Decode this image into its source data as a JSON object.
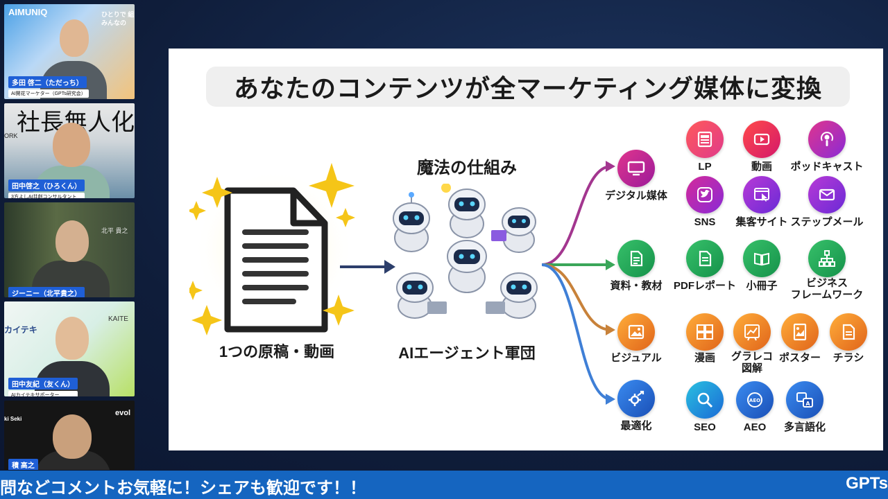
{
  "participants": [
    {
      "name": "多田 啓二（ただっち）",
      "role": "AI開花マーケター（GPTs研究会）",
      "bg_text": "AIMUNIQ",
      "bg_text2": "ひとりで 組",
      "bg_text3": "みんなの"
    },
    {
      "name": "田中啓之（ひろくん）",
      "role": "3方よしAI共創コンサルタント",
      "bg_text": "社長無人化",
      "bg_text2": "ORK"
    },
    {
      "name": "ジーニー（北平貴之）",
      "role": "",
      "bg_text": "北平 貴之"
    },
    {
      "name": "田中友紀（友くん）",
      "role": "AIカイテキサポーター",
      "bg_text": "KAITE",
      "bg_text2": "カイテキ"
    },
    {
      "name": "積 高之",
      "role": "",
      "bg_text": "evol",
      "bg_text2": "ki Seki"
    }
  ],
  "slide": {
    "title": "あなたのコンテンツが全マーケティング媒体に変換",
    "source_label": "1つの原稿・動画",
    "magic_label": "魔法の仕組み",
    "agents_label": "AIエージェント軍団",
    "categories": [
      {
        "label": "デジタル媒体",
        "icon": "monitor-icon",
        "color": "#c2187a",
        "outputs": [
          {
            "label": "LP",
            "icon": "lp-page-icon"
          },
          {
            "label": "動画",
            "icon": "play-icon"
          },
          {
            "label": "ポッドキャスト",
            "icon": "podcast-icon"
          },
          {
            "label": "SNS",
            "icon": "bird-icon"
          },
          {
            "label": "集客サイト",
            "icon": "cursor-browser-icon"
          },
          {
            "label": "ステップメール",
            "icon": "mail-icon"
          }
        ]
      },
      {
        "label": "資料・教材",
        "icon": "document-icon",
        "color": "#22a05a",
        "outputs": [
          {
            "label": "PDFレポート",
            "icon": "pdf-icon"
          },
          {
            "label": "小冊子",
            "icon": "book-icon"
          },
          {
            "label": "ビジネス\nフレームワーク",
            "icon": "hierarchy-icon"
          }
        ]
      },
      {
        "label": "ビジュアル",
        "icon": "image-icon",
        "color": "#e0841a",
        "outputs": [
          {
            "label": "漫画",
            "icon": "comic-icon"
          },
          {
            "label": "グラレコ\n図解",
            "icon": "graphic-record-icon"
          },
          {
            "label": "ポスター",
            "icon": "poster-icon"
          },
          {
            "label": "チラシ",
            "icon": "flyer-icon"
          }
        ]
      },
      {
        "label": "最適化",
        "icon": "gear-arrow-icon",
        "color": "#2a6fd6",
        "outputs": [
          {
            "label": "SEO",
            "icon": "magnifier-icon"
          },
          {
            "label": "AEO",
            "icon": "globe-icon"
          },
          {
            "label": "多言語化",
            "icon": "translate-icon"
          }
        ]
      }
    ]
  },
  "ticker": {
    "left_text": "問などコメントお気軽に！シェアも歓迎です！！",
    "right_text": "GPTs"
  },
  "colors": {
    "ticker_bg": "#1565c0",
    "name_badge": "#1f5fd6",
    "digital": "#c2187a",
    "docs": "#22a05a",
    "visual": "#e0841a",
    "optimize": "#2a6fd6"
  }
}
